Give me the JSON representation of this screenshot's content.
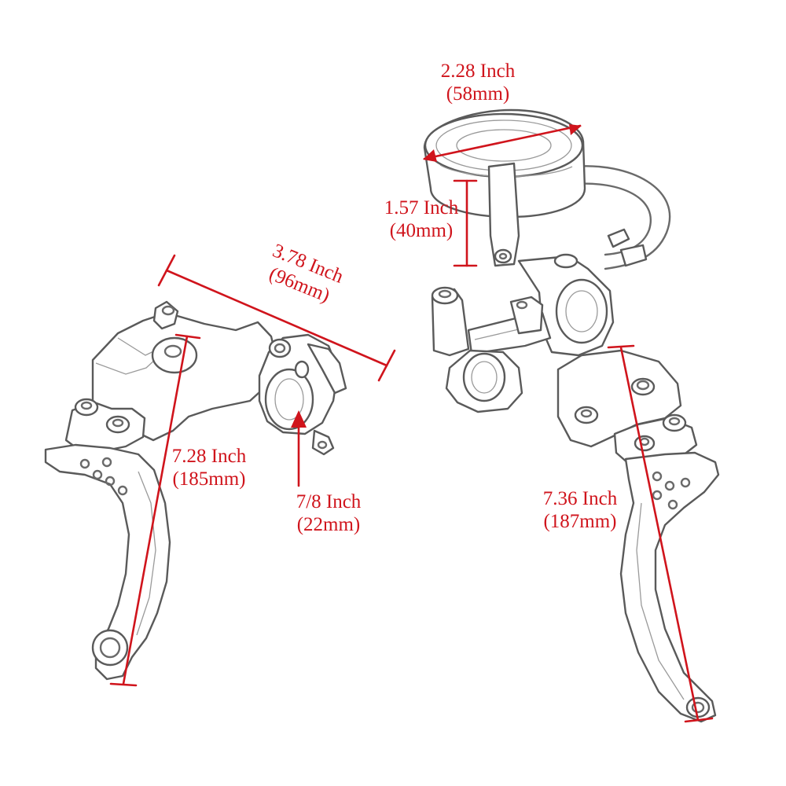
{
  "dimensions": [
    {
      "id": "reservoir-diameter",
      "inch": "2.28 Inch",
      "mm": "(58mm)"
    },
    {
      "id": "reservoir-height",
      "inch": "1.57 Inch",
      "mm": "(40mm)"
    },
    {
      "id": "clutch-clamp-width",
      "inch": "3.78 Inch",
      "mm": "(96mm)"
    },
    {
      "id": "clutch-lever-length",
      "inch": "7.28 Inch",
      "mm": "(185mm)"
    },
    {
      "id": "bar-diameter",
      "inch": "7/8 Inch",
      "mm": "(22mm)"
    },
    {
      "id": "brake-lever-length",
      "inch": "7.36 Inch",
      "mm": "(187mm)"
    }
  ],
  "colors": {
    "dimension": "#d0141c",
    "sketch": "#6a6a6a",
    "background": "#ffffff"
  }
}
